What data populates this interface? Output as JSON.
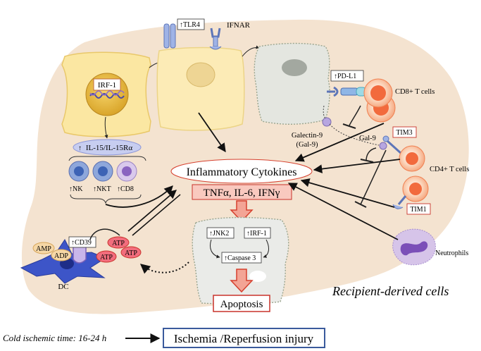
{
  "receptors": {
    "tlr4": "TLR4",
    "ifnar": "IFNAR",
    "pdl1": "PD-L1",
    "tim3": "TIM3",
    "tim1": "TIM1"
  },
  "nucleus": {
    "irf1": "IRF-1"
  },
  "il15": "IL-15/IL-15Rα",
  "lymphocytes": {
    "nk": "NK",
    "nkt": "NKT",
    "cd8": "CD8"
  },
  "recipient": {
    "cd8_tcells": "CD8+ T cells",
    "cd4_tcells": "CD4+ T cells",
    "neutrophils": "Neutrophils",
    "galectin9": "Galectin-9",
    "galectin9_abbr": "(Gal-9)",
    "gal9": "Gal-9",
    "label": "Recipient-derived cells"
  },
  "center": {
    "inflammatory": "Inflammatory Cytokines",
    "cytokines": "TNFα, IL-6, IFNγ",
    "jnk2": "JNK2",
    "irf1": "IRF-1",
    "caspase3": "Caspase 3",
    "apoptosis": "Apoptosis"
  },
  "dc": {
    "amp": "AMP",
    "adp": "ADP",
    "atp": "ATP",
    "cd39": "CD39",
    "label": "DC"
  },
  "footer": {
    "cold_time": "Cold ischemic time: 16-24 h",
    "injury": "Ischemia /Reperfusion injury"
  },
  "colors": {
    "liver": "#f3e2cf",
    "hepatocyte": "#fbe8a8",
    "tcell": "#f26a3d",
    "arrow_pink": "#f08a78",
    "box_red": "#c9322a",
    "box_blue": "#3a5a9c"
  }
}
